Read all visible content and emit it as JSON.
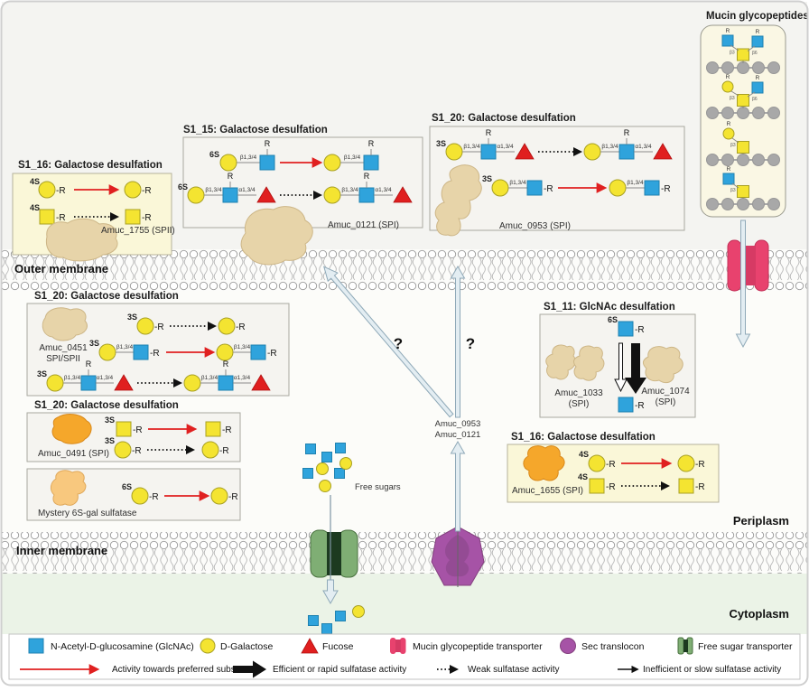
{
  "tokens": {
    "s3": "3S",
    "s4": "4S",
    "s6": "6S",
    "r": "R",
    "rdash": "-R",
    "b134": "β1,3/4",
    "a134": "α1,3/4",
    "b3": "β3",
    "b6": "β6"
  },
  "figure": {
    "mucin_title": "Mucin glycopeptides",
    "outer_membrane": "Outer membrane",
    "inner_membrane": "Inner membrane",
    "periplasm": "Periplasm",
    "cytoplasm": "Cytoplasm",
    "free_sugars": "Free sugars",
    "question_mark": "?",
    "secreted_line1": "Amuc_0953",
    "secreted_line2": "Amuc_0121"
  },
  "boxes": {
    "amuc1755": {
      "title": "S1_16: Galactose desulfation",
      "protein": "Amuc_1755 (SPII)"
    },
    "amuc0121": {
      "title": "S1_15: Galactose desulfation",
      "protein": "Amuc_0121 (SPI)"
    },
    "amuc0953": {
      "title": "S1_20: Galactose desulfation",
      "protein": "Amuc_0953 (SPI)"
    },
    "amuc0451": {
      "title": "S1_20: Galactose desulfation",
      "protein1": "Amuc_0451",
      "protein2": "SPI/SPII"
    },
    "amuc0491": {
      "title": "S1_20: Galactose desulfation",
      "protein": "Amuc_0491 (SPI)"
    },
    "mystery": {
      "protein": "Mystery 6S-gal sulfatase"
    },
    "amuc1033": {
      "title": "S1_11: GlcNAc desulfation",
      "left": "Amuc_1033",
      "left_sub": "(SPI)",
      "right": "Amuc_1074",
      "right_sub": "(SPI)"
    },
    "amuc1655": {
      "title": "S1_16: Galactose desulfation",
      "protein": "Amuc_1655 (SPI)"
    }
  },
  "legend": {
    "glcnac": "N-Acetyl-D-glucosamine (GlcNAc)",
    "galactose": "D-Galactose",
    "fucose": "Fucose",
    "mucin_transporter": "Mucin glycopeptide transporter",
    "sec": "Sec translocon",
    "free_transporter": "Free sugar transporter",
    "red_arrow": "Activity towards preferred substrate",
    "thick_arrow": "Efficient or rapid sulfatase activity",
    "dotted_arrow": "Weak sulfatase activity",
    "thin_arrow": "Inefficient or slow sulfatase activity"
  },
  "colors": {
    "glcnac": "#2fa3dc",
    "galactose": "#f4e431",
    "fucose": "#e01f1f",
    "mucin_transporter": "#e8426e",
    "sec_translocon": "#a653a6",
    "free_sugar_transporter": "#74a96d",
    "preferred_arrow": "#e02020",
    "protein_blob": "#e7d4a9",
    "orange_blob": "#f5a72b",
    "cytoplasm_bg": "#ebf3e7",
    "periplasm_bg": "#fcfcf9",
    "extracellular_bg": "#f4f4f1"
  }
}
